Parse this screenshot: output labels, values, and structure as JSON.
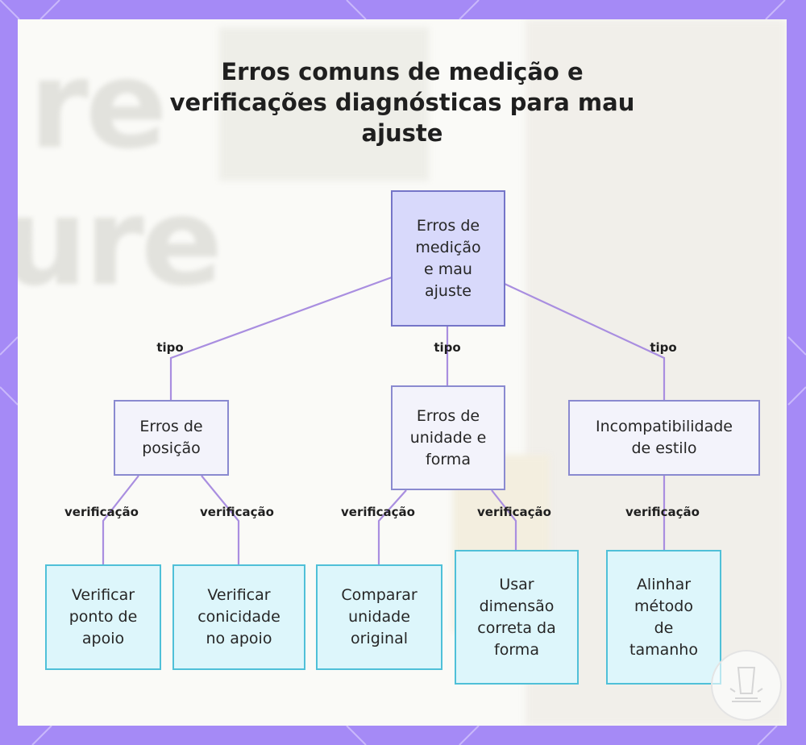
{
  "title_lines": [
    "Erros comuns de medição e",
    "verificações diagnósticas para mau",
    "ajuste"
  ],
  "background_words": [
    "re",
    "ure"
  ],
  "colors": {
    "frame": "#a58af6",
    "edge": "#a98ee0",
    "root_fill": "#d8d9fb",
    "mid_fill": "#f3f3fb",
    "leaf_fill": "#ddf6fb",
    "leaf_border": "#4fc0d8"
  },
  "nodes": {
    "root": "Erros de\nmedição\ne mau\najuste",
    "posicao": "Erros de\nposição",
    "unidade": "Erros de\nunidade e\nforma",
    "estilo": "Incompatibilidade\nde estilo",
    "ponto": "Verificar\nponto de\napoio",
    "conicidade": "Verificar\nconicidade\nno apoio",
    "comparar": "Comparar\nunidade\noriginal",
    "dimensao": "Usar\ndimensão\ncorreta da\nforma",
    "alinhar": "Alinhar\nmétodo\nde\ntamanho"
  },
  "edge_labels": {
    "tipo_left": "tipo",
    "tipo_mid": "tipo",
    "tipo_right": "tipo",
    "ver_ponto": "verificação",
    "ver_conicidade": "verificação",
    "ver_comparar": "verificação",
    "ver_dimensao": "verificação",
    "ver_alinhar": "verificação"
  },
  "badge_icon": "glass-icon"
}
